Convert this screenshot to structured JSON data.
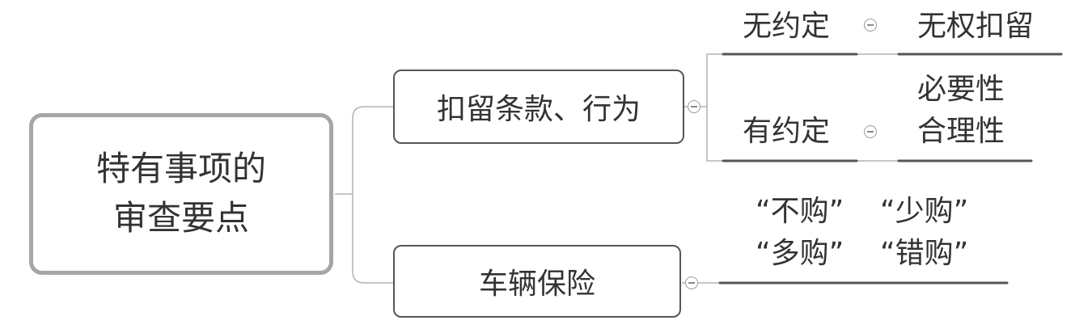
{
  "root": {
    "line1": "特有事项的",
    "line2": "审查要点"
  },
  "branches": {
    "detention": {
      "label": "扣留条款、行为",
      "no_agreement": {
        "label": "无约定",
        "result": "无权扣留"
      },
      "has_agreement": {
        "label": "有约定",
        "result_line1": "必要性",
        "result_line2": "合理性"
      }
    },
    "insurance": {
      "label": "车辆保险",
      "items": {
        "row1_left": "“不购”",
        "row1_right": "“少购”",
        "row2_left": "“多购”",
        "row2_right": "“错购”"
      }
    }
  },
  "colors": {
    "root_border": "#a6a6a6",
    "branch_border": "#555555",
    "connector": "#b3b3b3",
    "underline": "#555555",
    "text": "#333333"
  }
}
